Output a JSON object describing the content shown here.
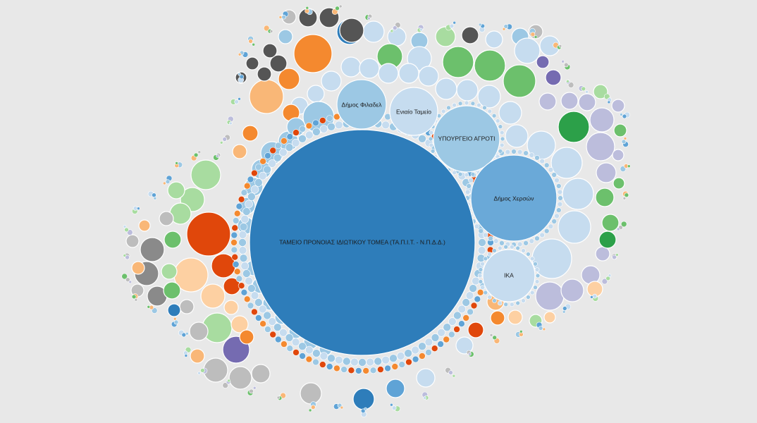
{
  "chart_data": {
    "type": "packed-bubble",
    "labels": [
      "ΤΑΜΕΙΟ ΠΡΟΝΟΙΑΣ ΙΔΙΩΤΙΚΟΥ ΤΟΜΕΑ (ΤΑ.Π.Ι.Τ. - Ν.Π.Δ.Δ.)",
      "ΥΠΟΥΡΓΕΙΟ ΑΓΡΟΤΙ",
      "Δήμος Χερσών",
      "ΙΚΑ",
      "Δήμος Φιλαδελ",
      "Ενιαίο Ταμείο"
    ],
    "colors": {
      "background": "#e8e8e8",
      "blue_dark": "#2e7dba",
      "blue_mid": "#5fa3d6",
      "blue_light": "#9cc8e4",
      "blue_pale": "#c6dcef",
      "green": "#6cc06c",
      "green_dark": "#2ca049",
      "green_light": "#a8dca0",
      "orange": "#f4892f",
      "orange_light": "#f9b777",
      "red_orange": "#e0470b",
      "peach": "#fdd0a2",
      "gray": "#8a8a8a",
      "gray_light": "#bdbdbd",
      "gray_dark": "#555555",
      "purple": "#756bb1",
      "purple_light": "#bcbddc"
    }
  }
}
